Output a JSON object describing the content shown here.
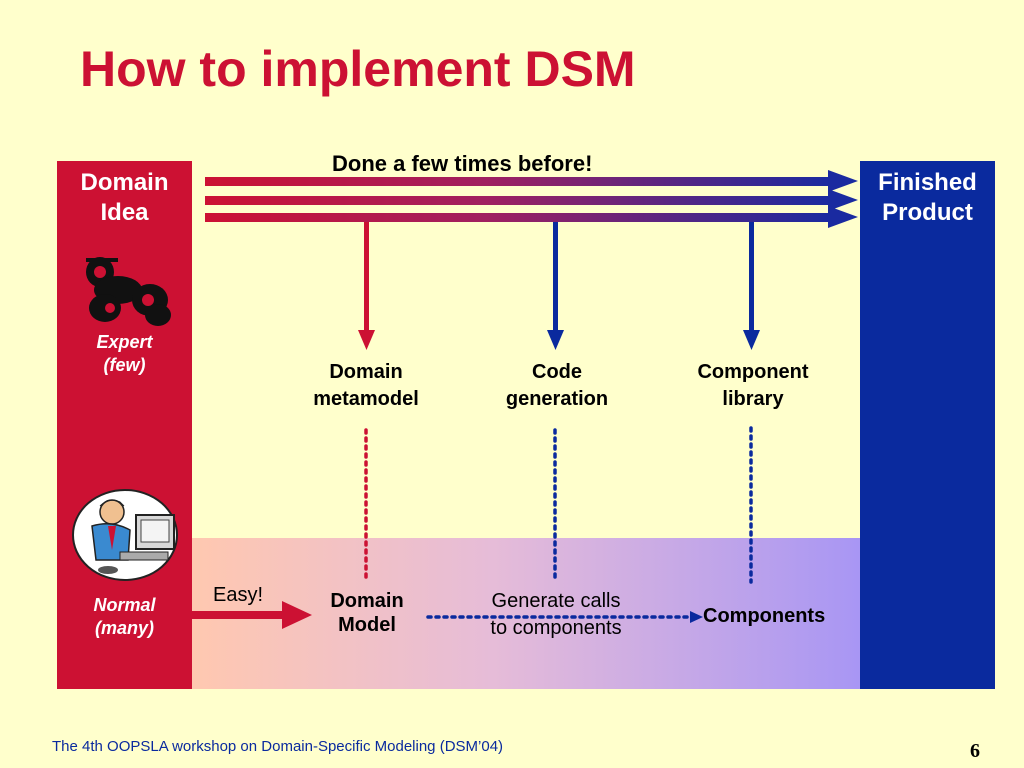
{
  "slide": {
    "title": "How to implement DSM",
    "footer": "The 4th OOPSLA workshop on Domain-Specific Modeling (DSM’04)",
    "page_number": "6"
  },
  "left_panel": {
    "title_line1": "Domain",
    "title_line2": "Idea",
    "expert_line1": "Expert",
    "expert_line2": "(few)",
    "normal_line1": "Normal",
    "normal_line2": "(many)"
  },
  "right_panel": {
    "title_line1": "Finished",
    "title_line2": "Product"
  },
  "top_flow": {
    "label": "Done a few times before!"
  },
  "boxes": {
    "domain_metamodel": [
      "Domain",
      "metamodel"
    ],
    "code_generation": [
      "Code",
      "generation"
    ],
    "component_library": [
      "Component",
      "library"
    ]
  },
  "bottom_flow": {
    "easy": "Easy!",
    "domain_model": [
      "Domain",
      "Model"
    ],
    "generate_calls": [
      "Generate calls",
      "to components"
    ],
    "components": "Components"
  },
  "colors": {
    "red": "#cc1133",
    "blue": "#0a2a9e",
    "background": "#ffffcc"
  },
  "icons": {
    "expert": "expert-figure-icon",
    "normal": "person-at-computer-icon"
  }
}
